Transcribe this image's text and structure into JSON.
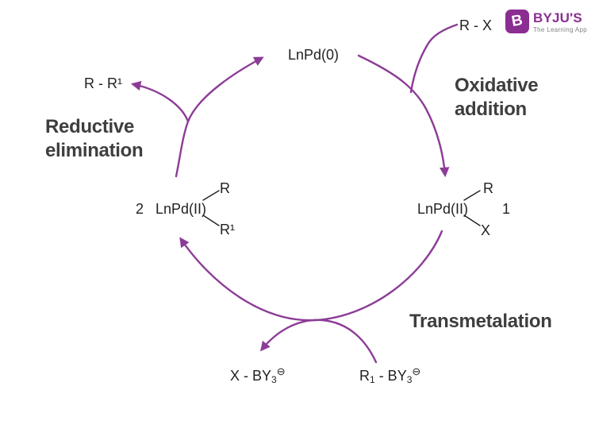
{
  "diagram": {
    "species": {
      "pd0": "LnPd(0)",
      "halide": "R - X",
      "product": "R - R¹",
      "complex1": {
        "index": "1",
        "core": "LnPd(II)",
        "ligand_top": "R",
        "ligand_bottom": "X"
      },
      "complex2": {
        "index": "2",
        "core": "LnPd(II)",
        "ligand_top": "R",
        "ligand_bottom": "R¹"
      },
      "borate_out": {
        "main": "X - BY",
        "sub": "3",
        "charge": "⊖"
      },
      "borate_in": {
        "r": "R",
        "r_sub": "1",
        "mid": " - BY",
        "sub": "3",
        "charge": "⊖"
      }
    },
    "labels": {
      "oxidative_line1": "Oxidative",
      "oxidative_line2": "addition",
      "transmetalation": "Transmetalation",
      "reductive_line1": "Reductive",
      "reductive_line2": "elimination"
    }
  },
  "brand": {
    "name": "BYJU'S",
    "tagline": "The Learning App",
    "icon_letter": "B"
  },
  "colors": {
    "arrow_purple": "#8c3c96",
    "brand_purple": "#8b2e92",
    "formula_text": "#231f20",
    "label_text": "#3e3e40",
    "tagline_gray": "#808285"
  }
}
